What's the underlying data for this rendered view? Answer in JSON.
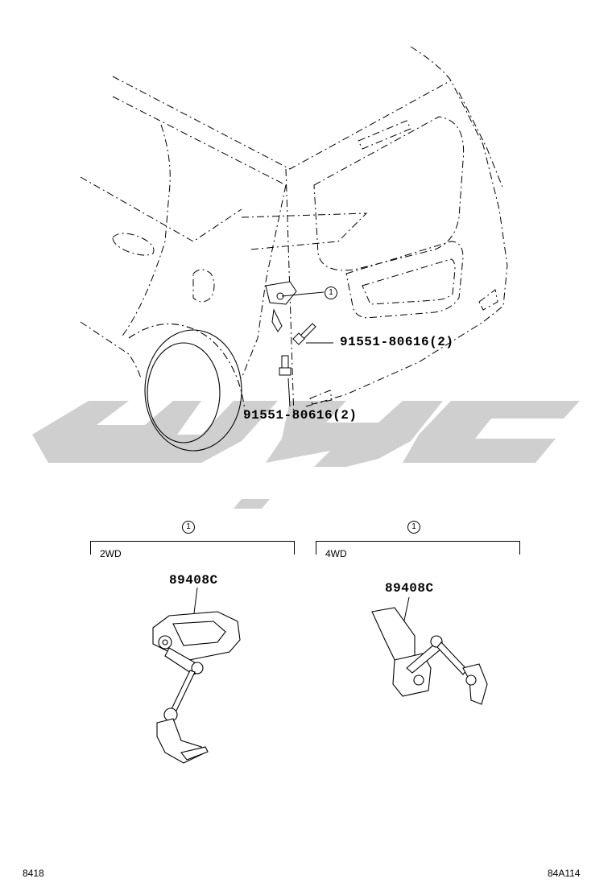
{
  "callouts": {
    "bolt_upper": "91551-80616(2)",
    "bolt_lower": "91551-80616(2)",
    "ref_main": "1"
  },
  "variants": [
    {
      "ref": "1",
      "label": "2WD",
      "part_number": "89408C"
    },
    {
      "ref": "1",
      "label": "4WD",
      "part_number": "89408C"
    }
  ],
  "footer": {
    "left_code": "8418",
    "right_code": "84A114"
  },
  "watermark": {
    "color": "#cfcfcf"
  }
}
